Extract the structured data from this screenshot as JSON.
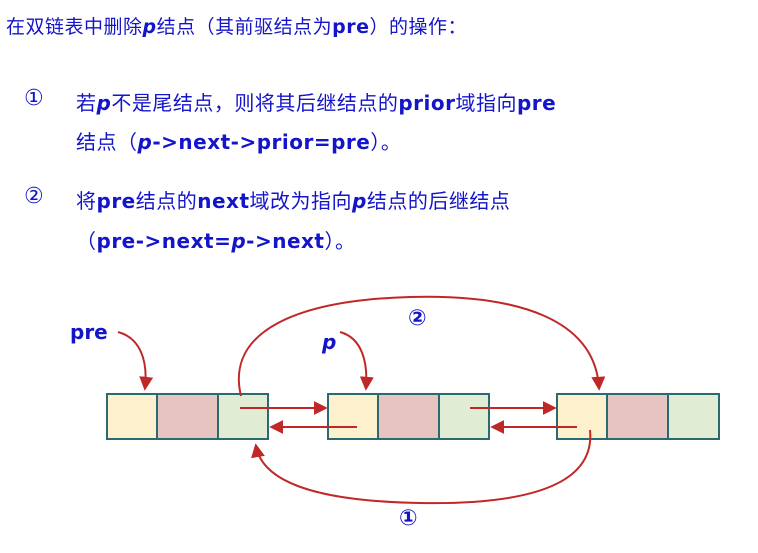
{
  "title": {
    "a": "在双链表中删除",
    "p": "p",
    "b": "结点（其前驱结点为",
    "pre": "pre",
    "c": "）的操作："
  },
  "step1": {
    "num": "①",
    "l1_a": "若",
    "l1_p": "p",
    "l1_b": "不是尾结点，则将其后继结点的",
    "l1_prior": "prior",
    "l1_c": "域指向",
    "l1_pre": "pre",
    "l2_a": "结点（",
    "l2_p": "p",
    "l2_code": "->next->prior=pre",
    "l2_b": "）。"
  },
  "step2": {
    "num": "②",
    "l1_a": "将",
    "l1_pre": "pre",
    "l1_b": "结点的",
    "l1_next": "next",
    "l1_c": "域改为指向",
    "l1_p": "p",
    "l1_d": "结点的后继结点",
    "l2_a": "（",
    "l2_code1": "pre->next=",
    "l2_p": "p",
    "l2_code2": "->next",
    "l2_b": "）。"
  },
  "diagram": {
    "pre_label": "pre",
    "p_label": "p",
    "arc_top_label": "②",
    "arc_bottom_label": "①",
    "colors": {
      "prior_field": "#fdf0cc",
      "data_field": "#e6c4c0",
      "next_field": "#e0edd4",
      "border": "#2a6a70",
      "arrow": "#c02828",
      "text": "#1414c8"
    }
  }
}
